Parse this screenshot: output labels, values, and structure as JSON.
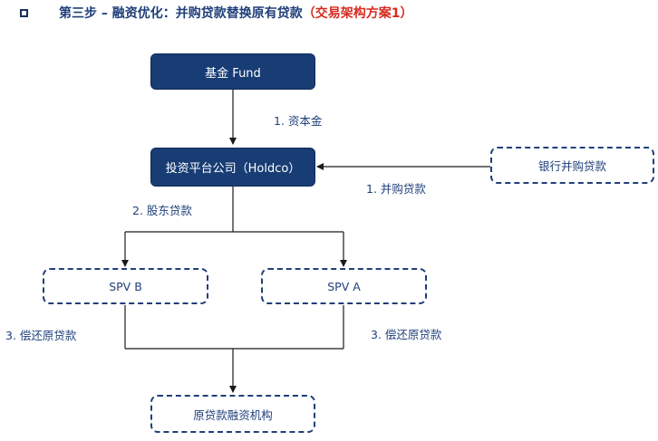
{
  "title": {
    "main": "第三步 – 融资优化：并购贷款替换原有贷款",
    "accent": "（交易架构方案1）"
  },
  "nodes": {
    "fund": "基金 Fund",
    "holdco": "投资平台公司（Holdco）",
    "bank": "银行并购贷款",
    "spv_b": "SPV B",
    "spv_a": "SPV A",
    "lender": "原贷款融资机构"
  },
  "edge_labels": {
    "equity": "1. 资本金",
    "acq_loan": "1. 并购贷款",
    "shareholder_loan": "2. 股东贷款",
    "repay_left": "3. 偿还原贷款",
    "repay_right": "3. 偿还原贷款"
  },
  "colors": {
    "navy": "#183d74",
    "text_blue": "#1f3f7a",
    "accent_red": "#d62b1f"
  }
}
